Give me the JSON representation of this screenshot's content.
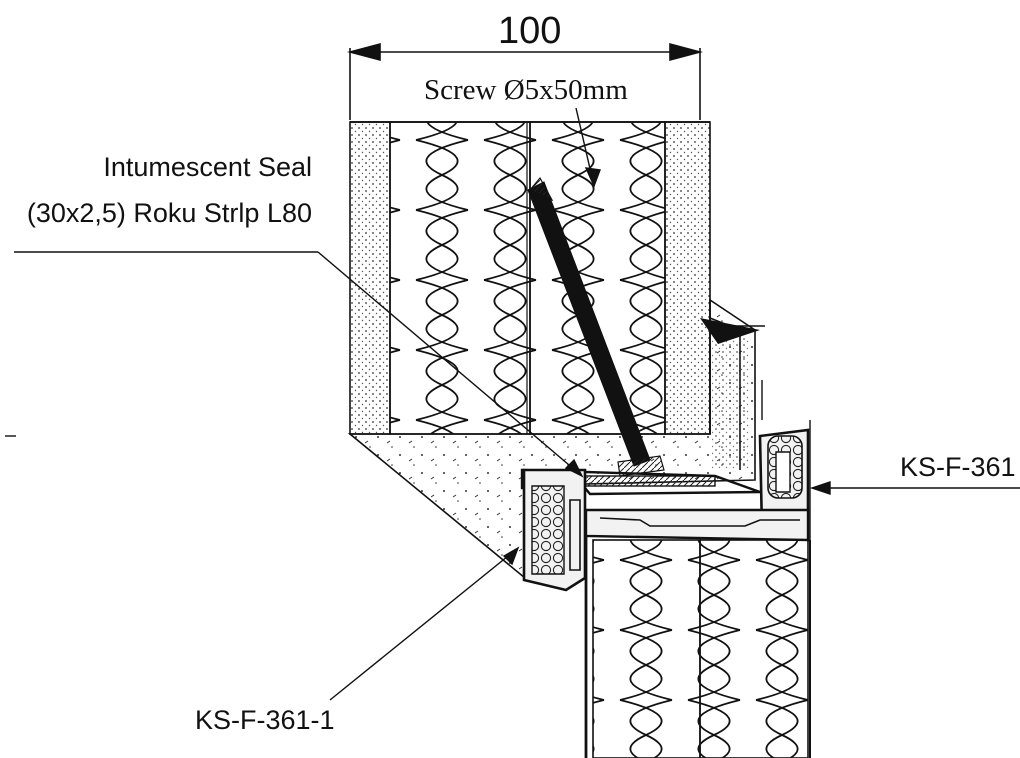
{
  "dimension": {
    "value": "100"
  },
  "labels": {
    "screw": "Screw Ø5x50mm",
    "seal_line1": "Intumescent Seal",
    "seal_line2": "(30x2,5) Roku Strlp L80",
    "gasket_right": "KS-F-361",
    "gasket_left": "KS-F-361-1"
  },
  "colors": {
    "ink": "#111111",
    "background": "#ffffff",
    "fill": "#f2f2f2"
  }
}
